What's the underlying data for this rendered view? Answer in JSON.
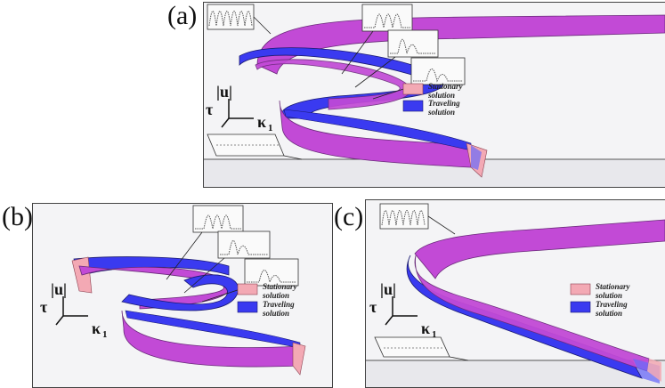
{
  "panels": [
    {
      "label": "(a)"
    },
    {
      "label": "(b)"
    },
    {
      "label": "(c)"
    }
  ],
  "legend": {
    "stationary_line1": "Stationary",
    "stationary_line2": "solution",
    "traveling_line1": "Traveling",
    "traveling_line2": "solution"
  },
  "axes": {
    "vertical": "|u|",
    "tau": "τ",
    "kappa": "κ",
    "kappa_sub": "1"
  },
  "colors": {
    "stationary": "#f3a9b4",
    "traveling": "#3a3af0",
    "ribbon_magenta": "#c24ad6"
  }
}
